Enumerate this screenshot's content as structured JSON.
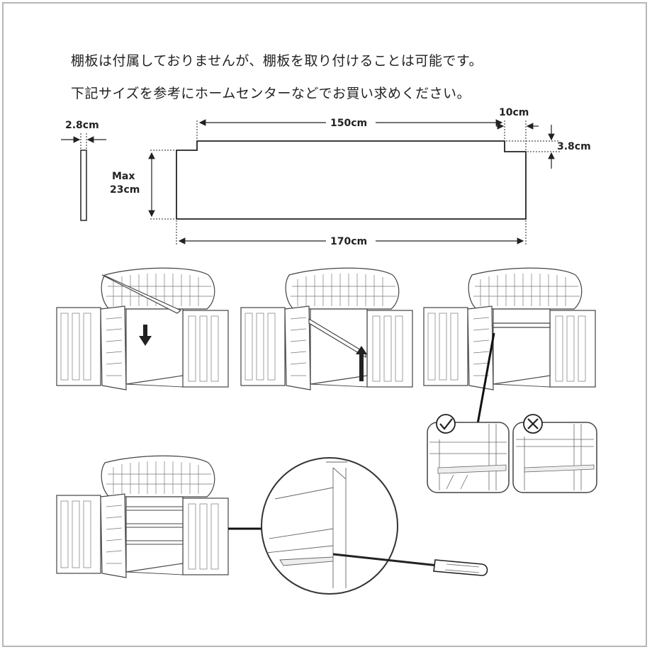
{
  "text": {
    "line1": "棚板は付属しておりませんが、棚板を取り付けることは可能です。",
    "line2": "下記サイズを参考にホームセンターなどでお買い求めください。"
  },
  "dimensions": {
    "thickness": "2.8cm",
    "depth_max_line1": "Max",
    "depth_max_line2": "23cm",
    "inner_length": "150cm",
    "notch_width": "10cm",
    "notch_height": "3.8cm",
    "total_length": "170cm"
  },
  "colors": {
    "line": "#222222",
    "frame": "#b7b7b7",
    "ok": "#222222"
  },
  "icons": {
    "correct": "check-circle-icon",
    "incorrect": "cross-circle-icon",
    "arrow_down": "arrow-down-icon",
    "arrow_up": "arrow-up-icon",
    "screwdriver": "screwdriver-icon"
  }
}
